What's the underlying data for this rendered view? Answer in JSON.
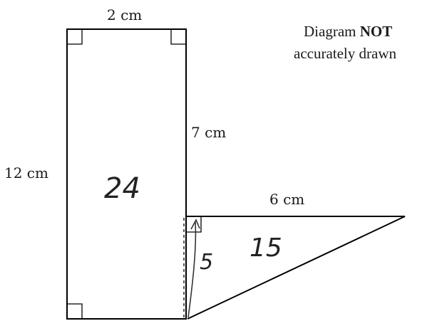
{
  "diagram": {
    "labels": {
      "top_width": "2 cm",
      "left_height": "12 cm",
      "right_upper": "7 cm",
      "triangle_top": "6 cm"
    },
    "note": {
      "line1_prefix": "Diagram ",
      "line1_bold": "NOT",
      "line2": "accurately drawn"
    },
    "handwritten": {
      "rectangle_area": "24",
      "triangle_area": "15",
      "triangle_height": "5"
    }
  }
}
